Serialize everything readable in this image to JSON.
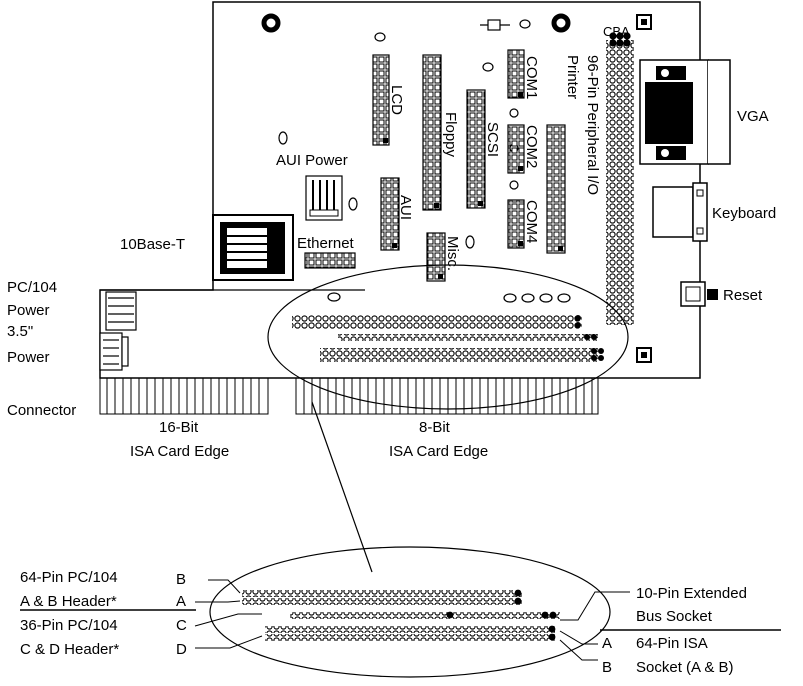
{
  "labels": {
    "cba": "CBA",
    "vga": "VGA",
    "keyboard": "Keyboard",
    "reset": "Reset",
    "lcd": "LCD",
    "floppy": "Floppy",
    "scsi": "SCSI",
    "com1": "COM1",
    "com2": "COM2",
    "com4": "COM4",
    "printer": "Printer",
    "peripheral_io": "96-Pin Peripheral I/O",
    "aui_power": "AUI Power",
    "aui": "AUI",
    "ethernet": "Ethernet",
    "misc": "Misc.",
    "tenbase_t": "10Base-T",
    "pc104_power_1": "PC/104",
    "pc104_power_2": "Power",
    "power_conn_1": "3.5\"",
    "power_conn_2": "Power",
    "power_conn_3": "Connector",
    "isa16_1": "16-Bit",
    "isa16_2": "ISA Card Edge",
    "isa8_1": "8-Bit",
    "isa8_2": "ISA Card Edge"
  },
  "detail": {
    "pc104_ab_1": "64-Pin PC/104",
    "pc104_ab_2": "A & B Header*",
    "pc104_cd_1": "36-Pin PC/104",
    "pc104_cd_2": "C & D Header*",
    "row_b": "B",
    "row_a": "A",
    "row_c": "C",
    "row_d": "D",
    "ext_bus_1": "10-Pin Extended",
    "ext_bus_2": "Bus Socket",
    "isa_row_a": "A",
    "isa_row_b": "B",
    "isa_socket_1": "64-Pin ISA",
    "isa_socket_2": "Socket (A & B)"
  }
}
